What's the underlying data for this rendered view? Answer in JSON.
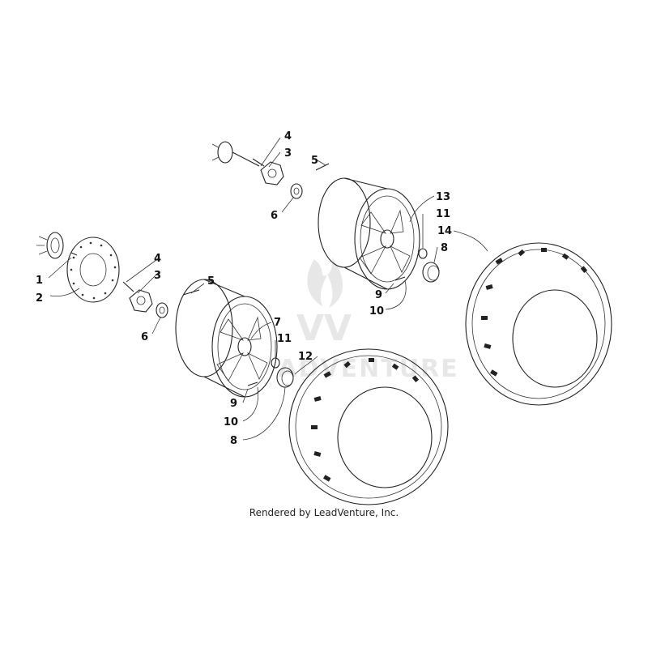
{
  "diagram": {
    "credit": "Rendered by LeadVenture, Inc.",
    "watermark_text": "ADVENTURE",
    "callouts": [
      {
        "label": "1"
      },
      {
        "label": "2"
      },
      {
        "label": "3"
      },
      {
        "label": "4"
      },
      {
        "label": "5"
      },
      {
        "label": "6"
      },
      {
        "label": "3"
      },
      {
        "label": "4"
      },
      {
        "label": "5"
      },
      {
        "label": "6"
      },
      {
        "label": "7"
      },
      {
        "label": "11"
      },
      {
        "label": "12"
      },
      {
        "label": "9"
      },
      {
        "label": "10"
      },
      {
        "label": "8"
      },
      {
        "label": "13"
      },
      {
        "label": "11"
      },
      {
        "label": "14"
      },
      {
        "label": "8"
      },
      {
        "label": "9"
      },
      {
        "label": "10"
      }
    ]
  }
}
